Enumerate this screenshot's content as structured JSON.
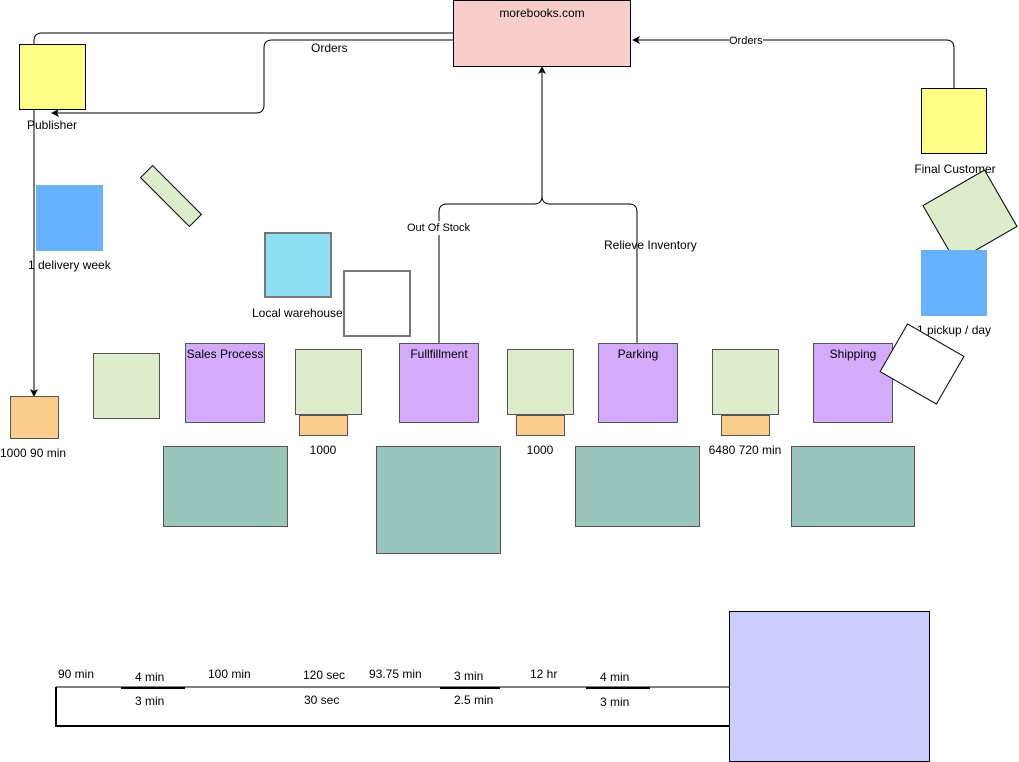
{
  "nodes": {
    "morebooks": "morebooks.com",
    "publisher": "Publisher",
    "final_customer": "Final Customer",
    "delivery_week": "1 delivery week",
    "pickup_day": "1 pickup / day",
    "local_warehouse": "Local warehouse",
    "sales_process": "Sales Process",
    "fulfillment": "Fullfillment",
    "parking": "Parking",
    "shipping": "Shipping"
  },
  "edges": {
    "orders_left": "Orders",
    "orders_right": "Orders",
    "out_of_stock": "Out Of Stock",
    "relieve_inventory": "Relieve Inventory"
  },
  "inventory": {
    "start": "1000  90 min",
    "inv1": "1000",
    "inv2": "1000",
    "inv3": "6480 720 min"
  },
  "timeline": {
    "top": [
      "90 min",
      "4 min",
      "100 min",
      "120 sec",
      "93.75 min",
      "3 min",
      "12 hr",
      "4 min"
    ],
    "bottom": [
      "3 min",
      "30 sec",
      "2.5 min",
      "3 min"
    ]
  },
  "colors": {
    "pink": "#f8cecc",
    "yellow": "#ffff88",
    "green": "#dfeccc",
    "blue": "#66b2ff",
    "cyan": "#8fe0f5",
    "purple": "#d4aafa",
    "orange": "#fbcd8c",
    "teal": "#9ac5bd",
    "lavender": "#ccccff"
  }
}
